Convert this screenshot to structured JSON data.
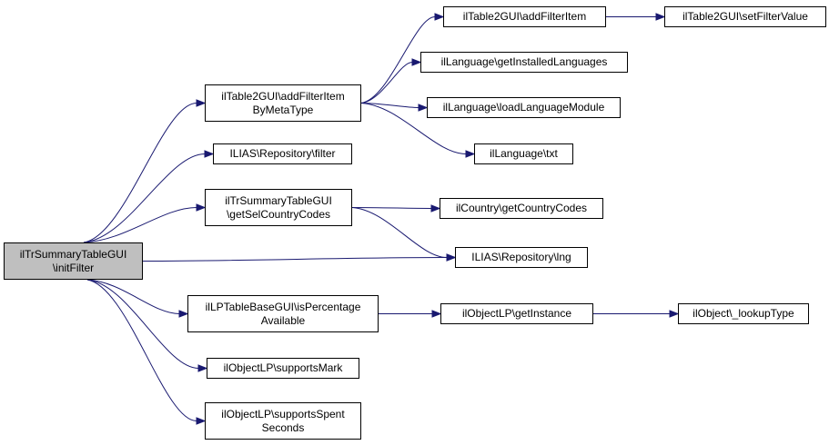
{
  "diagram": {
    "nodes": [
      {
        "id": "root",
        "label": "ilTrSummaryTableGUI\n\\initFilter",
        "root": true
      },
      {
        "id": "addFilterItemByMetaType",
        "label": "ilTable2GUI\\addFilterItem\nByMetaType"
      },
      {
        "id": "addFilterItem",
        "label": "ilTable2GUI\\addFilterItem"
      },
      {
        "id": "setFilterValue",
        "label": "ilTable2GUI\\setFilterValue"
      },
      {
        "id": "getInstalledLanguages",
        "label": "ilLanguage\\getInstalledLanguages"
      },
      {
        "id": "loadLanguageModule",
        "label": "ilLanguage\\loadLanguageModule"
      },
      {
        "id": "txt",
        "label": "ilLanguage\\txt"
      },
      {
        "id": "repoFilter",
        "label": "ILIAS\\Repository\\filter"
      },
      {
        "id": "getSelCountryCodes",
        "label": "ilTrSummaryTableGUI\n\\getSelCountryCodes"
      },
      {
        "id": "getCountryCodes",
        "label": "ilCountry\\getCountryCodes"
      },
      {
        "id": "repoLng",
        "label": "ILIAS\\Repository\\lng"
      },
      {
        "id": "isPercentageAvailable",
        "label": "ilLPTableBaseGUI\\isPercentage\nAvailable"
      },
      {
        "id": "getInstance",
        "label": "ilObjectLP\\getInstance"
      },
      {
        "id": "lookupType",
        "label": "ilObject\\_lookupType"
      },
      {
        "id": "supportsMark",
        "label": "ilObjectLP\\supportsMark"
      },
      {
        "id": "supportsSpentSeconds",
        "label": "ilObjectLP\\supportsSpent\nSeconds"
      }
    ],
    "edges": [
      {
        "from": "root",
        "to": "addFilterItemByMetaType"
      },
      {
        "from": "root",
        "to": "repoFilter"
      },
      {
        "from": "root",
        "to": "getSelCountryCodes"
      },
      {
        "from": "root",
        "to": "repoLng"
      },
      {
        "from": "root",
        "to": "isPercentageAvailable"
      },
      {
        "from": "root",
        "to": "supportsMark"
      },
      {
        "from": "root",
        "to": "supportsSpentSeconds"
      },
      {
        "from": "addFilterItemByMetaType",
        "to": "addFilterItem"
      },
      {
        "from": "addFilterItemByMetaType",
        "to": "getInstalledLanguages"
      },
      {
        "from": "addFilterItemByMetaType",
        "to": "loadLanguageModule"
      },
      {
        "from": "addFilterItemByMetaType",
        "to": "txt"
      },
      {
        "from": "addFilterItem",
        "to": "setFilterValue"
      },
      {
        "from": "getSelCountryCodes",
        "to": "getCountryCodes"
      },
      {
        "from": "getSelCountryCodes",
        "to": "repoLng"
      },
      {
        "from": "isPercentageAvailable",
        "to": "getInstance"
      },
      {
        "from": "getInstance",
        "to": "lookupType"
      }
    ],
    "colors": {
      "edge": "#191970",
      "root_fill": "#bfbfbf",
      "node_fill": "#ffffff"
    }
  }
}
